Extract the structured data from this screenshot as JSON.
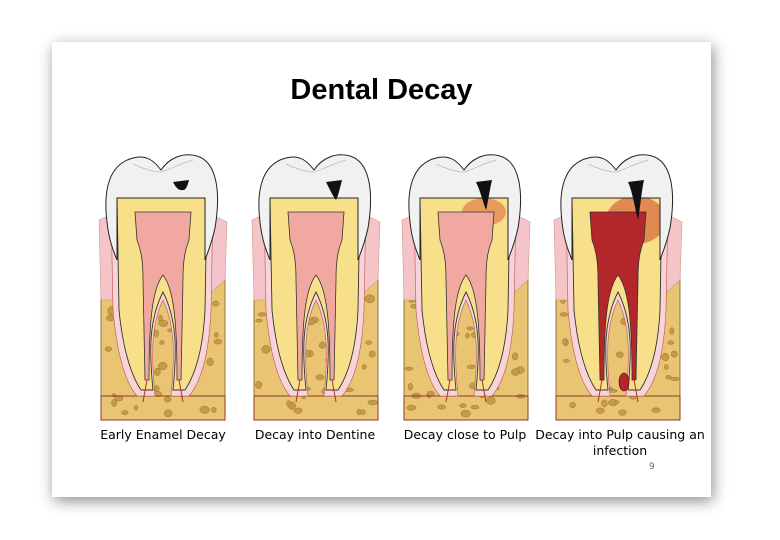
{
  "slide": {
    "title": "Dental Decay",
    "page_number": "9",
    "stages": [
      {
        "caption": "Early Enamel Decay",
        "decay_level": 1
      },
      {
        "caption": "Decay into Dentine",
        "decay_level": 2
      },
      {
        "caption": "Decay close to Pulp",
        "decay_level": 3
      },
      {
        "caption": "Decay into Pulp causing an infection",
        "decay_level": 4
      }
    ]
  },
  "colors": {
    "enamel": "#f1f1f1",
    "dentin": "#f8df8a",
    "pulp": "#f0a8a0",
    "gum": "#f4c4c8",
    "bone": "#e8c473",
    "decay": "#111111",
    "infection": "#b3262a"
  }
}
